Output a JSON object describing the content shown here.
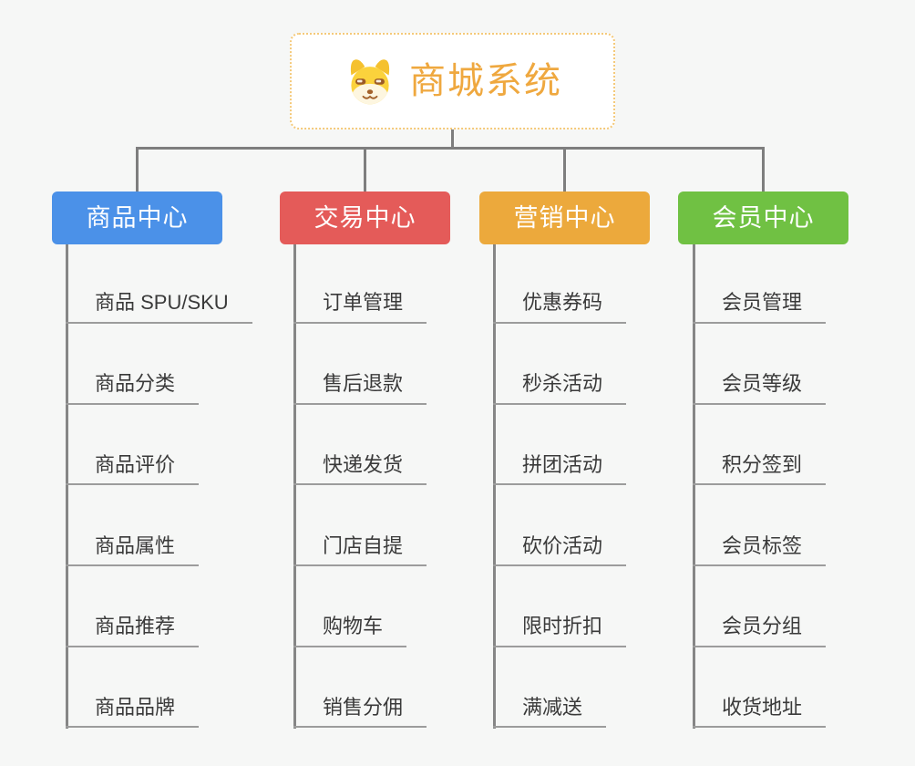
{
  "page": {
    "background_color": "#f6f7f6",
    "connector_color": "#7e7e7e",
    "leaf_underline_color": "#9c9c9c",
    "leaf_text_color": "#3a3a3a"
  },
  "root": {
    "label": "商城系统",
    "icon": "doge-icon",
    "text_color": "#efa83f",
    "border_color": "#f4c979"
  },
  "branches": [
    {
      "label": "商品中心",
      "color": "#4b91e8",
      "items": [
        "商品 SPU/SKU",
        "商品分类",
        "商品评价",
        "商品属性",
        "商品推荐",
        "商品品牌"
      ]
    },
    {
      "label": "交易中心",
      "color": "#e45b59",
      "items": [
        "订单管理",
        "售后退款",
        "快递发货",
        "门店自提",
        "购物车",
        "销售分佣"
      ]
    },
    {
      "label": "营销中心",
      "color": "#eca93c",
      "items": [
        "优惠券码",
        "秒杀活动",
        "拼团活动",
        "砍价活动",
        "限时折扣",
        "满减送"
      ]
    },
    {
      "label": "会员中心",
      "color": "#70c143",
      "items": [
        "会员管理",
        "会员等级",
        "积分签到",
        "会员标签",
        "会员分组",
        "收货地址"
      ]
    }
  ]
}
